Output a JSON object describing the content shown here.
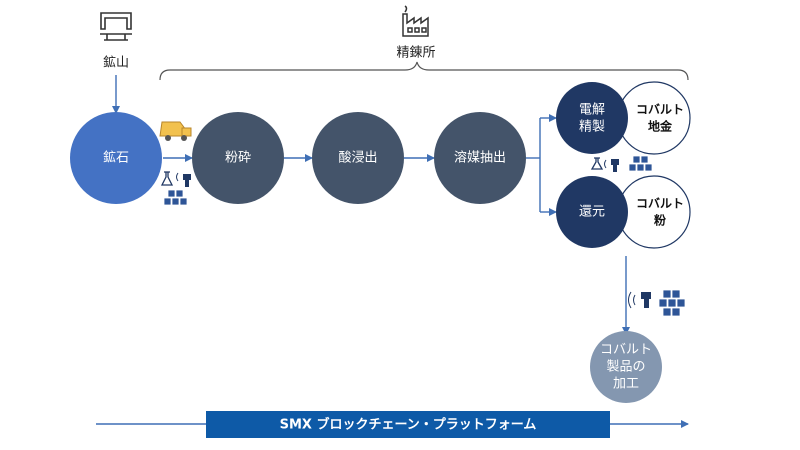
{
  "mine": {
    "label": "鉱山",
    "icon": "mine-icon"
  },
  "refinery": {
    "label": "精錬所",
    "icon": "factory-icon"
  },
  "nodes": {
    "ore": "鉱石",
    "crushing": "粉砕",
    "acid_leach": "酸浸出",
    "solvent_extraction": "溶媒抽出",
    "electro_refining": [
      "電解",
      "精製"
    ],
    "reduction": "還元",
    "cobalt_ingot": [
      "コバルト",
      "地金"
    ],
    "cobalt_powder": [
      "コバルト",
      "粉"
    ],
    "cobalt_products": [
      "コバルト",
      "製品の",
      "加工"
    ]
  },
  "platform": {
    "label": "SMX ブロックチェーン・プラットフォーム"
  },
  "colors": {
    "ore_blue": "#4472c4",
    "process_slate": "#44546a",
    "refine_navy": "#203864",
    "product_gray": "#8497b0",
    "platform_blue": "#0e5aa7",
    "arrow": "#3f6fb5",
    "truck": "#f2c14e"
  }
}
